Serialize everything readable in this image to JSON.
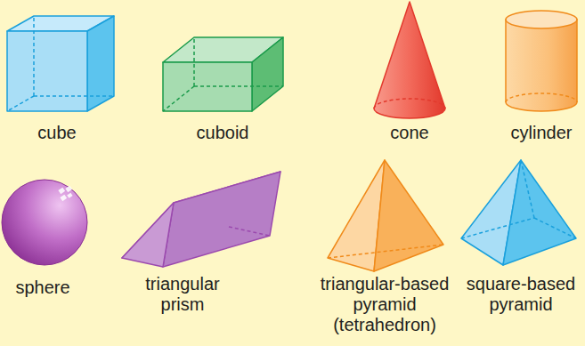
{
  "diagram": {
    "labels": [
      "cube",
      "cuboid",
      "cone",
      "cylinder",
      "sphere",
      "triangular prism",
      "triangular-based pyramid (tetrahedron)",
      "square-based pyramid"
    ]
  }
}
